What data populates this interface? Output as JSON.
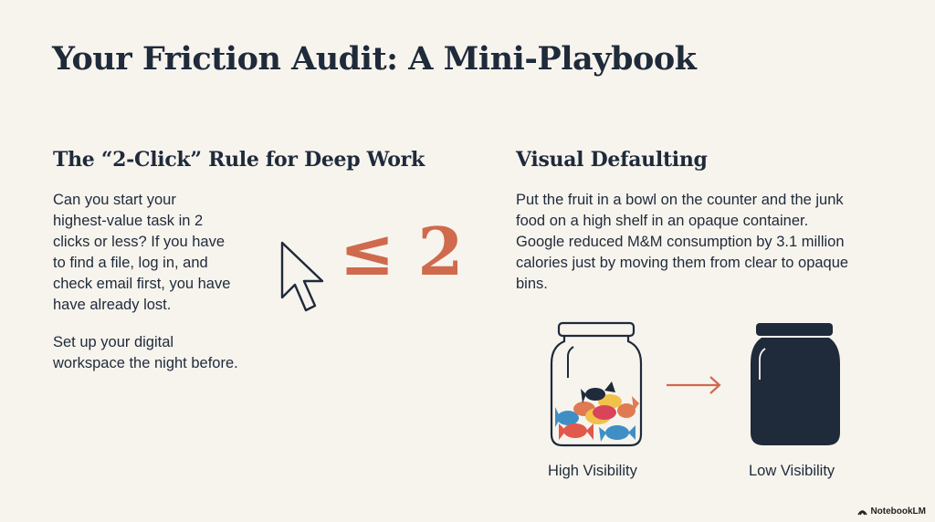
{
  "title": "Your Friction Audit: A Mini-Playbook",
  "left": {
    "heading": "The “2-Click” Rule for Deep Work",
    "para1": [
      "Can you start your",
      "highest-value task in 2",
      "clicks or less? If you have",
      "to find a file, log in, and",
      "check email first, you have",
      "have already lost."
    ],
    "para2": [
      "Set up your digital",
      "workspace the night before."
    ],
    "symbol": "≤ 2"
  },
  "right": {
    "heading": "Visual Defaulting",
    "para": [
      "Put the fruit in a bowl on the counter and the junk",
      "food on a high shelf in an opaque container.",
      "Google reduced M&M consumption by 3.1 million",
      "calories just by moving them from clear to opaque",
      "bins."
    ],
    "caption_high": "High Visibility",
    "caption_low": "Low Visibility"
  },
  "brand": "NotebookLM",
  "colors": {
    "accent": "#d06a4c",
    "navy": "#1f2a3a",
    "background": "#f7f4ee"
  }
}
